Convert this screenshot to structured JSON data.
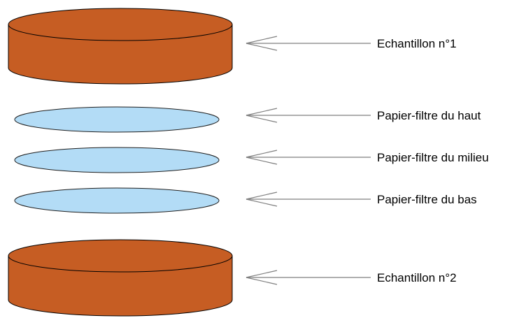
{
  "colors": {
    "sample_fill": "#c65d23",
    "sample_stroke": "#000000",
    "paper_fill": "#b3dcf6",
    "paper_stroke": "#1f1f1f",
    "arrow_stroke": "#7f7f7f",
    "background": "#ffffff"
  },
  "labels": {
    "sample_1": "Echantillon n°1",
    "filter_top": "Papier-filtre du haut",
    "filter_middle": "Papier-filtre du milieu",
    "filter_bottom": "Papier-filtre du bas",
    "sample_2": "Echantillon n°2"
  }
}
